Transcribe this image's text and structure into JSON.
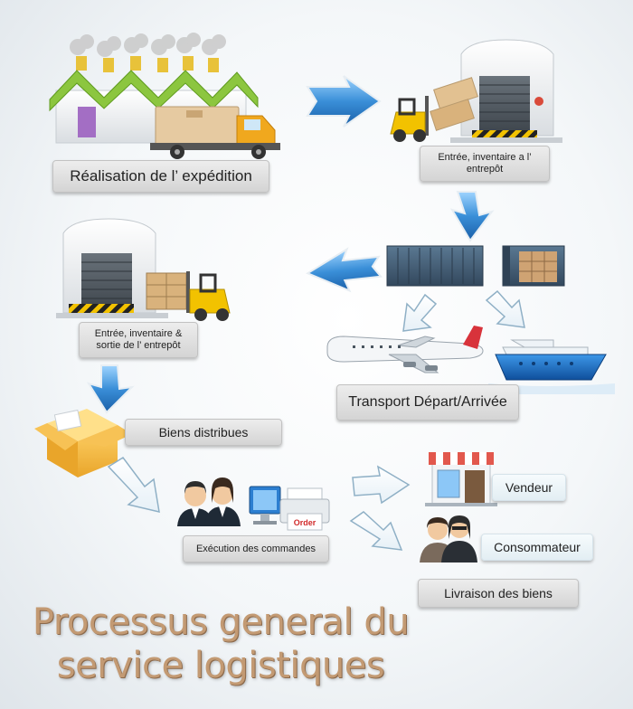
{
  "diagram": {
    "title_line1": "Processus general du",
    "title_line2": "service logistiques",
    "labels": {
      "realisation": "Réalisation de l’ expédition",
      "entree1_line1": "Entrée, inventaire a l’",
      "entree1_line2": "entrepôt",
      "entree2_line1": "Entrée, inventaire &",
      "entree2_line2": "sortie de l’ entrepôt",
      "transport": "Transport Départ/Arrivée",
      "biens": "Biens distribues",
      "execution": "Exécution des commandes",
      "vendeur": "Vendeur",
      "consommateur": "Consommateur",
      "livraison": "Livraison des biens"
    },
    "artwork_text": {
      "order": "Order"
    },
    "colors": {
      "arrow_blue": "#3a8fd8",
      "arrow_outline": "#e8eef3",
      "title": "#c39a73",
      "truck": "#f0a81e",
      "container": "#46607a",
      "ship": "#1d6fc4",
      "factory_roof": "#8cc63f"
    }
  }
}
